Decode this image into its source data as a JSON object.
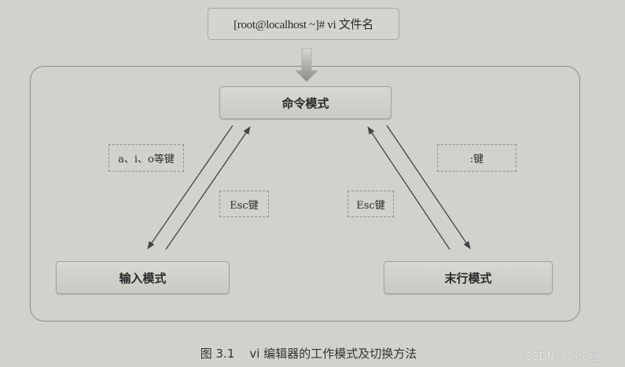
{
  "command_line": "[root@localhost ~]# vi 文件名",
  "modes": {
    "command": "命令模式",
    "insert": "输入模式",
    "last_line": "末行模式"
  },
  "keys": {
    "to_insert": "a、i、o等键",
    "to_last_line": ":键",
    "esc_from_insert": "Esc键",
    "esc_from_last_line": "Esc键"
  },
  "caption": "图 3.1    vi 编辑器的工作模式及切换方法",
  "watermark": "CSDN @网络豆"
}
